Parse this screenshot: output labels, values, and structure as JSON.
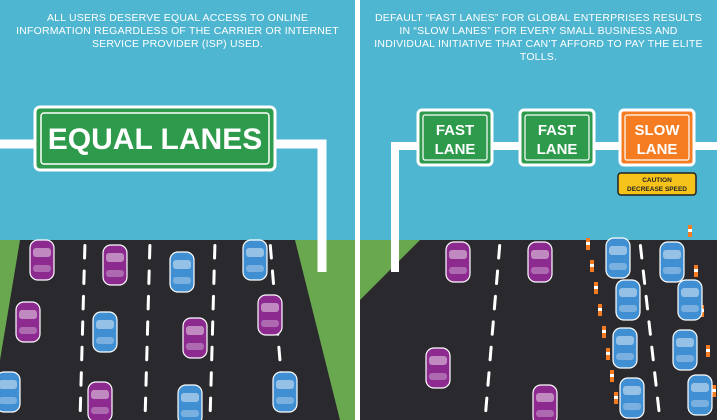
{
  "left_panel": {
    "caption": "ALL USERS DESERVE EQUAL ACCESS TO ONLINE INFORMATION REGARDLESS OF THE CARRIER OR INTERNET SERVICE PROVIDER (ISP) USED.",
    "sign_text": "EQUAL LANES"
  },
  "right_panel": {
    "caption": "DEFAULT “FAST LANES” FOR GLOBAL ENTERPRISES RESULTS IN “SLOW LANES” FOR EVERY SMALL BUSINESS AND INDIVIDUAL INITIATIVE THAT CAN’T AFFORD TO PAY THE ELITE TOLLS.",
    "signs": [
      {
        "line1": "FAST",
        "line2": "LANE"
      },
      {
        "line1": "FAST",
        "line2": "LANE"
      },
      {
        "line1": "SLOW",
        "line2": "LANE"
      }
    ],
    "caution_sign": {
      "line1": "CAUTION",
      "line2": "DECREASE SPEED"
    }
  },
  "colors": {
    "sky": "#4fb6d1",
    "grass": "#6aa84f",
    "road": "#2a2a2e",
    "green_sign": "#2e9a4b",
    "orange_sign": "#f57c21",
    "caution_yellow": "#f6c31a",
    "car_purple": "#8c2a8f",
    "car_blue": "#3f8fd2"
  }
}
